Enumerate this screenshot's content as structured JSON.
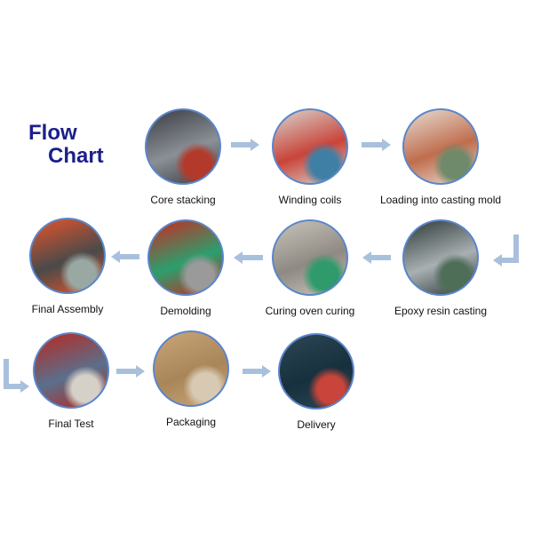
{
  "title": {
    "line1": "Flow",
    "line2": "Chart",
    "color": "#1b1f8a"
  },
  "arrow_color": "#a9c0dc",
  "steps": [
    {
      "label": "Core stacking",
      "colors": [
        "#3a3d44",
        "#8b8f96",
        "#b33a2a"
      ]
    },
    {
      "label": "Winding coils",
      "colors": [
        "#d9d4cc",
        "#c9443a",
        "#3f7fa6"
      ]
    },
    {
      "label": "Loading into casting mold",
      "colors": [
        "#e6ddd3",
        "#c06d4d",
        "#6f8a6a"
      ]
    },
    {
      "label": "Epoxy resin casting",
      "colors": [
        "#2e3a38",
        "#a9b0b3",
        "#4e6e58"
      ]
    },
    {
      "label": "Curing oven curing",
      "colors": [
        "#c9c3ba",
        "#8e8a83",
        "#2f9a6b"
      ]
    },
    {
      "label": "Demolding",
      "colors": [
        "#c92a22",
        "#2b9f6d",
        "#9a9a9a"
      ]
    },
    {
      "label": "Final Assembly",
      "colors": [
        "#e5542a",
        "#4a4a4a",
        "#9aa8a3"
      ]
    },
    {
      "label": "Final Test",
      "colors": [
        "#b8281f",
        "#5a6f8c",
        "#d5d0c8"
      ]
    },
    {
      "label": "Packaging",
      "colors": [
        "#c9a577",
        "#a8865a",
        "#d8cab2"
      ]
    },
    {
      "label": "Delivery",
      "colors": [
        "#2d4654",
        "#17303d",
        "#c9443a"
      ]
    }
  ]
}
